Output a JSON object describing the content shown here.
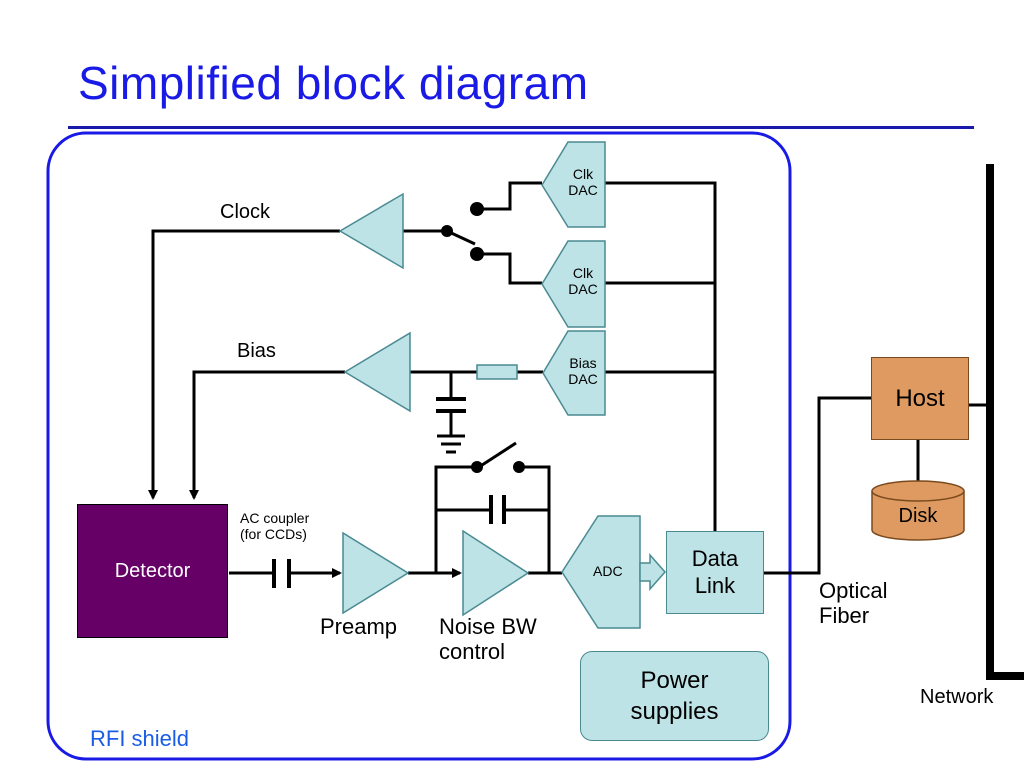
{
  "slide": {
    "title": "Simplified block diagram",
    "accent_color": "#1a1ae6",
    "shield_color": "#1a1ae6"
  },
  "shield": {
    "label": "RFI shield"
  },
  "signals": {
    "clock": "Clock",
    "bias": "Bias"
  },
  "dacs": {
    "clk_dac_1": [
      "Clk",
      "DAC"
    ],
    "clk_dac_2": [
      "Clk",
      "DAC"
    ],
    "bias_dac": [
      "Bias",
      "DAC"
    ]
  },
  "blocks": {
    "detector": "Detector",
    "adc": "ADC",
    "data_link": [
      "Data",
      "Link"
    ],
    "power_supplies": [
      "Power",
      "supplies"
    ],
    "host": "Host",
    "disk": "Disk"
  },
  "annotations": {
    "ac_coupler": [
      "AC coupler",
      "(for CCDs)"
    ],
    "preamp": "Preamp",
    "noise_bw": [
      "Noise BW",
      "control"
    ],
    "optical_fiber": [
      "Optical",
      "Fiber"
    ],
    "network": "Network"
  }
}
